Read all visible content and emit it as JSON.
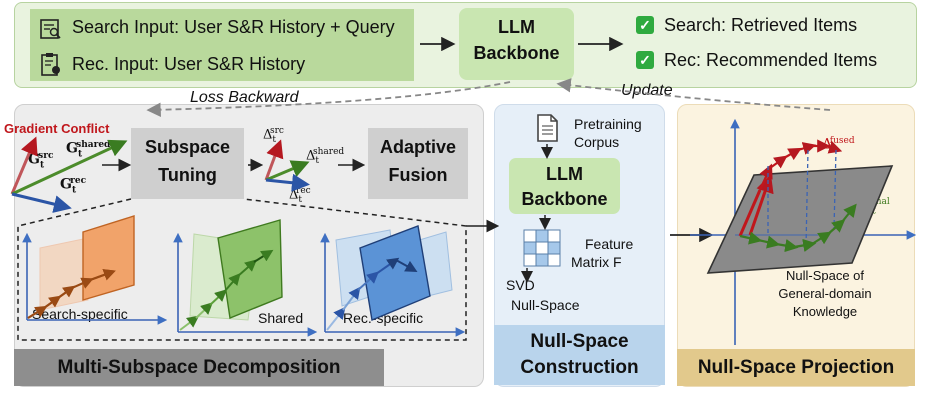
{
  "top": {
    "search_input": "Search Input: User S&R History + Query",
    "rec_input": "Rec. Input: User S&R History",
    "llm_line1": "LLM",
    "llm_line2": "Backbone",
    "search_output": "Search: Retrieved Items",
    "rec_output": "Rec: Recommended Items",
    "loss_backward": "Loss Backward",
    "update": "Update"
  },
  "msd": {
    "gradient_conflict": "Gradient Conflict",
    "g_src": "G",
    "g_src_sup": "src",
    "g_sub": "t",
    "g_shared_sup": "shared",
    "g_rec_sup": "rec",
    "subspace_line1": "Subspace",
    "subspace_line2": "Tuning",
    "adaptive_line1": "Adaptive",
    "adaptive_line2": "Fusion",
    "delta": "Δ",
    "src": "src",
    "shared": "shared",
    "rec": "rec",
    "search_specific": "Search-specific",
    "shared_label": "Shared",
    "rec_specific": "Rec.-specific",
    "title": "Multi-Subspace Decomposition"
  },
  "nsc": {
    "pretraining_line1": "Pretraining",
    "pretraining_line2": "Corpus",
    "llm_line1": "LLM",
    "llm_line2": "Backbone",
    "feature_line1": "Feature",
    "feature_line2": "Matrix F",
    "svd_line1": "SVD",
    "svd_line2": "Null-Space",
    "title_line1": "Null-Space",
    "title_line2": "Construction"
  },
  "nsp": {
    "fused_sup": "fused",
    "final_sup": "final",
    "nullspace_line1": "Null-Space of",
    "nullspace_line2": "General-domain",
    "nullspace_line3": "Knowledge",
    "title": "Null-Space Projection"
  },
  "colors": {
    "green": "#4c8c2b",
    "red": "#c0171c",
    "blue": "#3a63b5",
    "orange": "#e07a33",
    "dark_red": "#a8141a"
  }
}
